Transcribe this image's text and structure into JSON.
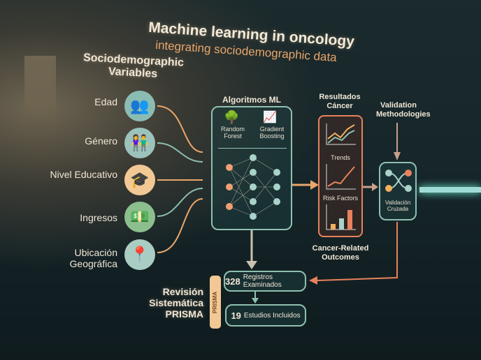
{
  "title": "Machine learning in oncology",
  "subtitle": "integrating sociodemographic data",
  "variables": {
    "heading": "Sociodemographic Variables",
    "items": [
      {
        "label": "Edad",
        "icon": "people-age-icon"
      },
      {
        "label": "Género",
        "icon": "people-gender-icon"
      },
      {
        "label": "Nivel Educativo",
        "icon": "graduate-icon"
      },
      {
        "label": "Ingresos",
        "icon": "money-person-icon"
      },
      {
        "label": "Ubicación Geográfica",
        "icon": "location-pin-icon"
      }
    ]
  },
  "algorithms": {
    "heading": "Algoritmos ML",
    "random_forest": "Random Forest",
    "gradient_boosting": "Gradient Boosting"
  },
  "results": {
    "heading": "Resultados Cáncer",
    "trends": "Trends",
    "risk_factors": "Risk Factors",
    "footer": "Cancer-Related Outcomes"
  },
  "validation": {
    "heading": "Validation Methodologies",
    "box": "Validación Cruzada"
  },
  "prisma": {
    "heading": "Revisión Sistemática PRISMA",
    "tag": "PRISMA",
    "records_count": "328",
    "records_label": "Registros Examinados",
    "studies_count": "19",
    "studies_label": "Estudios Incluidos"
  },
  "colors": {
    "orange": "#e9a66a",
    "teal": "#8fc0b0",
    "coral": "#e8825c"
  }
}
